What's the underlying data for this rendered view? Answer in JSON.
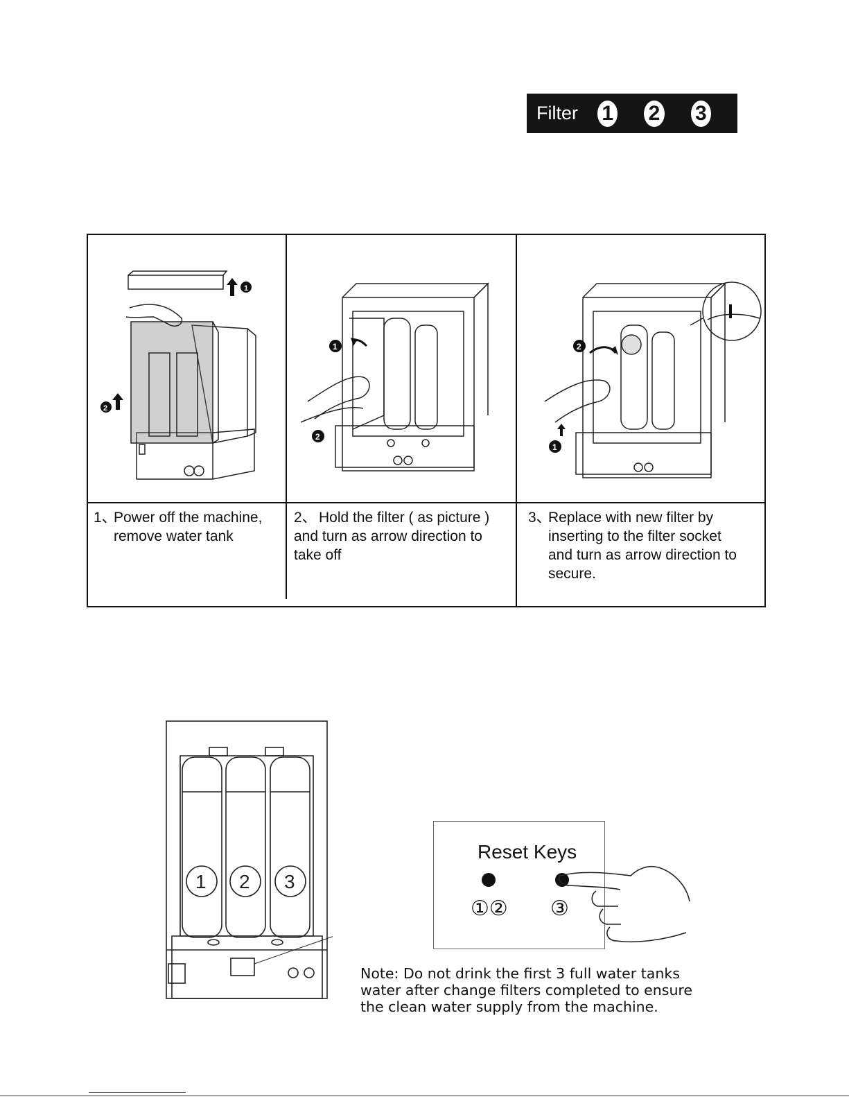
{
  "filter_badge": {
    "label": "Filter",
    "numbers": [
      "1",
      "2",
      "3"
    ]
  },
  "steps": [
    {
      "number": "1、",
      "text": "Power off the machine, remove water tank"
    },
    {
      "number": "2、",
      "text": "Hold the filter ( as picture ) and turn as arrow direction to take off"
    },
    {
      "number": "3、",
      "text": "Replace with new filter by inserting to the filter socket and turn as arrow direction to secure."
    }
  ],
  "cabinet": {
    "filter_labels": [
      "1",
      "2",
      "3"
    ]
  },
  "reset_keys": {
    "title": "Reset Keys",
    "key_a_label": "①②",
    "key_b_label": "③"
  },
  "note": "Note: Do not drink the first 3 full water tanks water after change filters completed to ensure the clean water supply from the machine."
}
